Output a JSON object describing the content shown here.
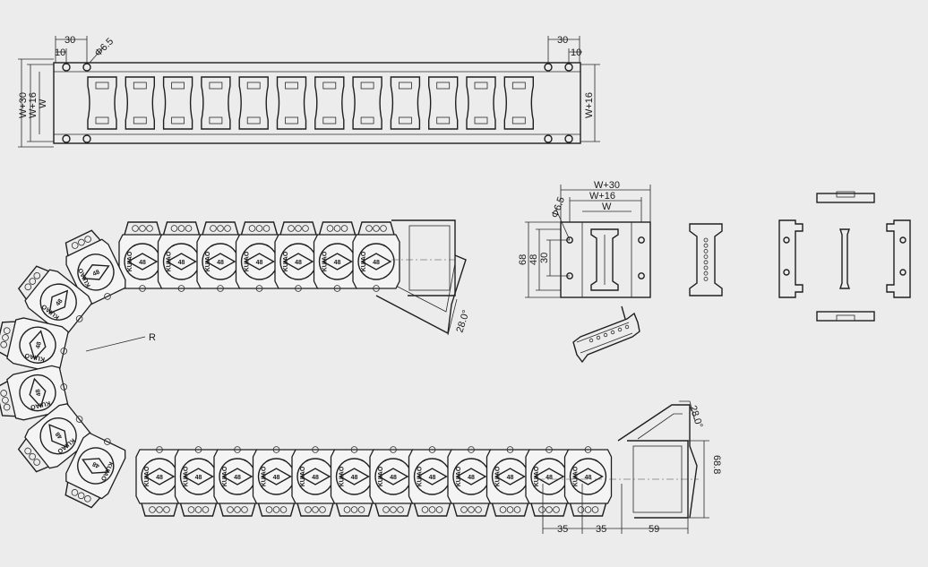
{
  "strip": {
    "label_30_left": "30",
    "label_10_left": "10",
    "label_hole": "Φ6.5",
    "label_30_right": "30",
    "label_10_right": "10",
    "label_w30": "W+30",
    "label_w16_left": "W+16",
    "label_w": "W",
    "label_w16_right": "W+16"
  },
  "bracket": {
    "label_w30": "W+30",
    "label_w16": "W+16",
    "label_w": "W",
    "label_hole": "Φ6.5",
    "label_68": "68",
    "label_48": "48",
    "label_30": "30"
  },
  "chain": {
    "brand": "KUIAO",
    "size": "48",
    "radius_label": "R",
    "angle_top": "28.0°",
    "angle_bottom": "28.0°",
    "height_label": "68.8",
    "pitch_1": "35",
    "pitch_2": "35",
    "end_length": "59"
  }
}
